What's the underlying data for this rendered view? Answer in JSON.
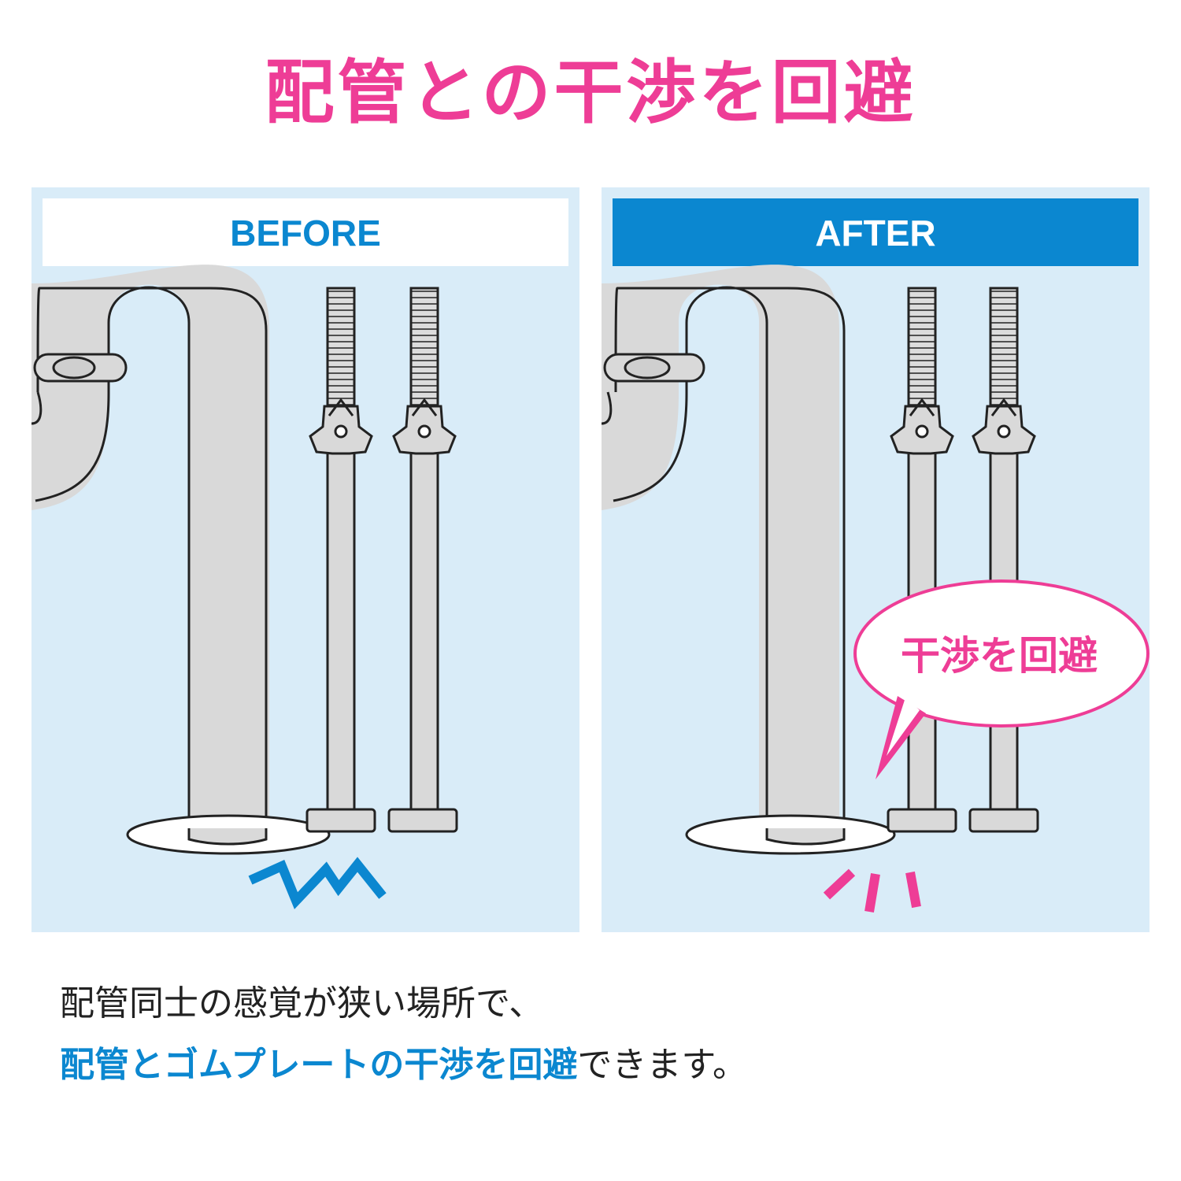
{
  "title": "配管との干渉を回避",
  "panels": {
    "before": {
      "label": "BEFORE"
    },
    "after": {
      "label": "AFTER",
      "bubble": "干渉を回避"
    }
  },
  "caption": {
    "line1": "配管同士の感覚が狭い場所で、",
    "line2_highlight": "配管とゴムプレートの干渉を回避",
    "line2_rest": "できます。"
  },
  "colors": {
    "accent_pink": "#ee3d96",
    "accent_blue": "#0b87d0",
    "panel_bg": "#d9ecf8",
    "pipe_gray": "#d9d9d9"
  },
  "icons": [
    "trap-pipe-icon",
    "clamp-icon",
    "valve-icon",
    "flexible-hose-icon",
    "collision-zigzag-icon",
    "clearance-marks-icon"
  ]
}
